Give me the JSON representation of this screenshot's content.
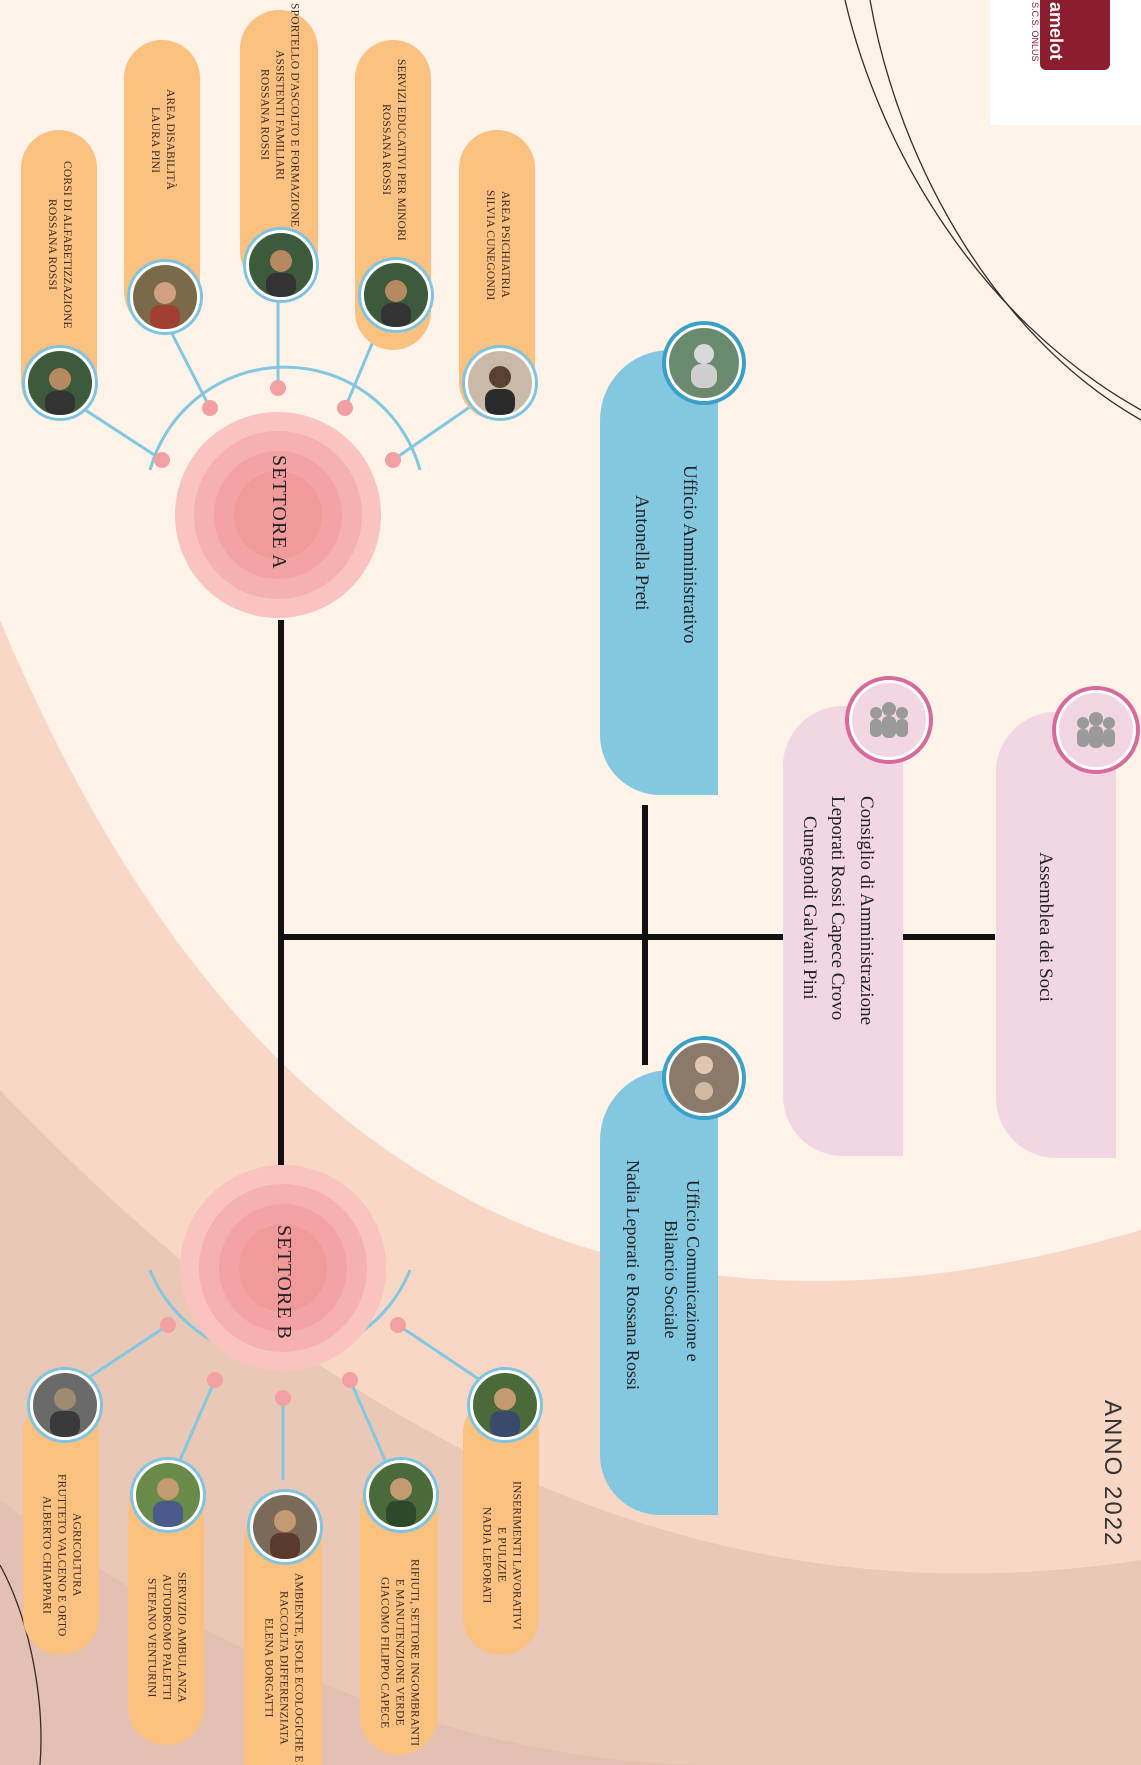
{
  "logo": {
    "text": "amelot",
    "subtext": "S.C.S. ONLUS",
    "color": "#8b1e2e"
  },
  "year": "ANNO 2022",
  "governance": {
    "assemblea": {
      "title": "Assemblea dei Soci"
    },
    "consiglio": {
      "title": "Consiglio di Amministrazione",
      "line2": "Leporati Rossi Capece Crovo",
      "line3": "Cunegondi Galvani Pini"
    }
  },
  "offices": {
    "amministrativo": {
      "title": "Ufficio Amministrativo",
      "person": "Antonella Preti"
    },
    "comunicazione": {
      "title": "Ufficio Comunicazione e",
      "title2": "Bilancio Sociale",
      "person": "Nadia Leporati e Rossana Rossi"
    }
  },
  "sectors": {
    "a": {
      "label": "SETTORE A",
      "areas": [
        {
          "l1": "AREA PSICHIATRIA",
          "l2": "SILVIA CUNEGONDI",
          "l3": ""
        },
        {
          "l1": "SERVIZI EDUCATIVI PER MINORI",
          "l2": "ROSSANA ROSSI",
          "l3": ""
        },
        {
          "l1": "SPORTELLO D'ASCOLTO E FORMAZIONE",
          "l2": "ASSISTENTI FAMILIARI",
          "l3": "ROSSANA ROSSI"
        },
        {
          "l1": "AREA  DISABILITÀ",
          "l2": "LAURA PINI",
          "l3": ""
        },
        {
          "l1": "CORSI DI ALFABETIZZAZIONE",
          "l2": "ROSSANA ROSSI",
          "l3": ""
        }
      ]
    },
    "b": {
      "label": "SETTORE B",
      "areas": [
        {
          "l1": "INSERIMENTI LAVORATIVI",
          "l2": "E PULIZIE",
          "l3": "NADIA LEPORATI"
        },
        {
          "l1": "RIFIUTI, SETTORE INGOMBRANTI",
          "l2": "E MANUTENZIONE VERDE",
          "l3": "GIACOMO FILIPPO CAPECE"
        },
        {
          "l1": "AMBIENTE, ISOLE ECOLOGICHE E",
          "l2": "RACCOLTA DIFFERENZIATA",
          "l3": "ELENA BORGATTI"
        },
        {
          "l1": "SERVIZIO AMBULANZA",
          "l2": "AUTODROMO PALETTI",
          "l3": "STEFANO VENTURINI"
        },
        {
          "l1": "AGRICOLTURA",
          "l2": "FRUTTETO VALCENO E ORTO",
          "l3": "ALBERTO CHIAPPARI"
        }
      ]
    }
  },
  "icons": {
    "people": "people-group-icon",
    "photo": "person-photo-icon"
  },
  "colors": {
    "pill": "#fbc181",
    "blue": "#84c7e0",
    "pink": "#f3d6e4",
    "sector": "#f09ea0",
    "ring": "#7fc3df"
  }
}
